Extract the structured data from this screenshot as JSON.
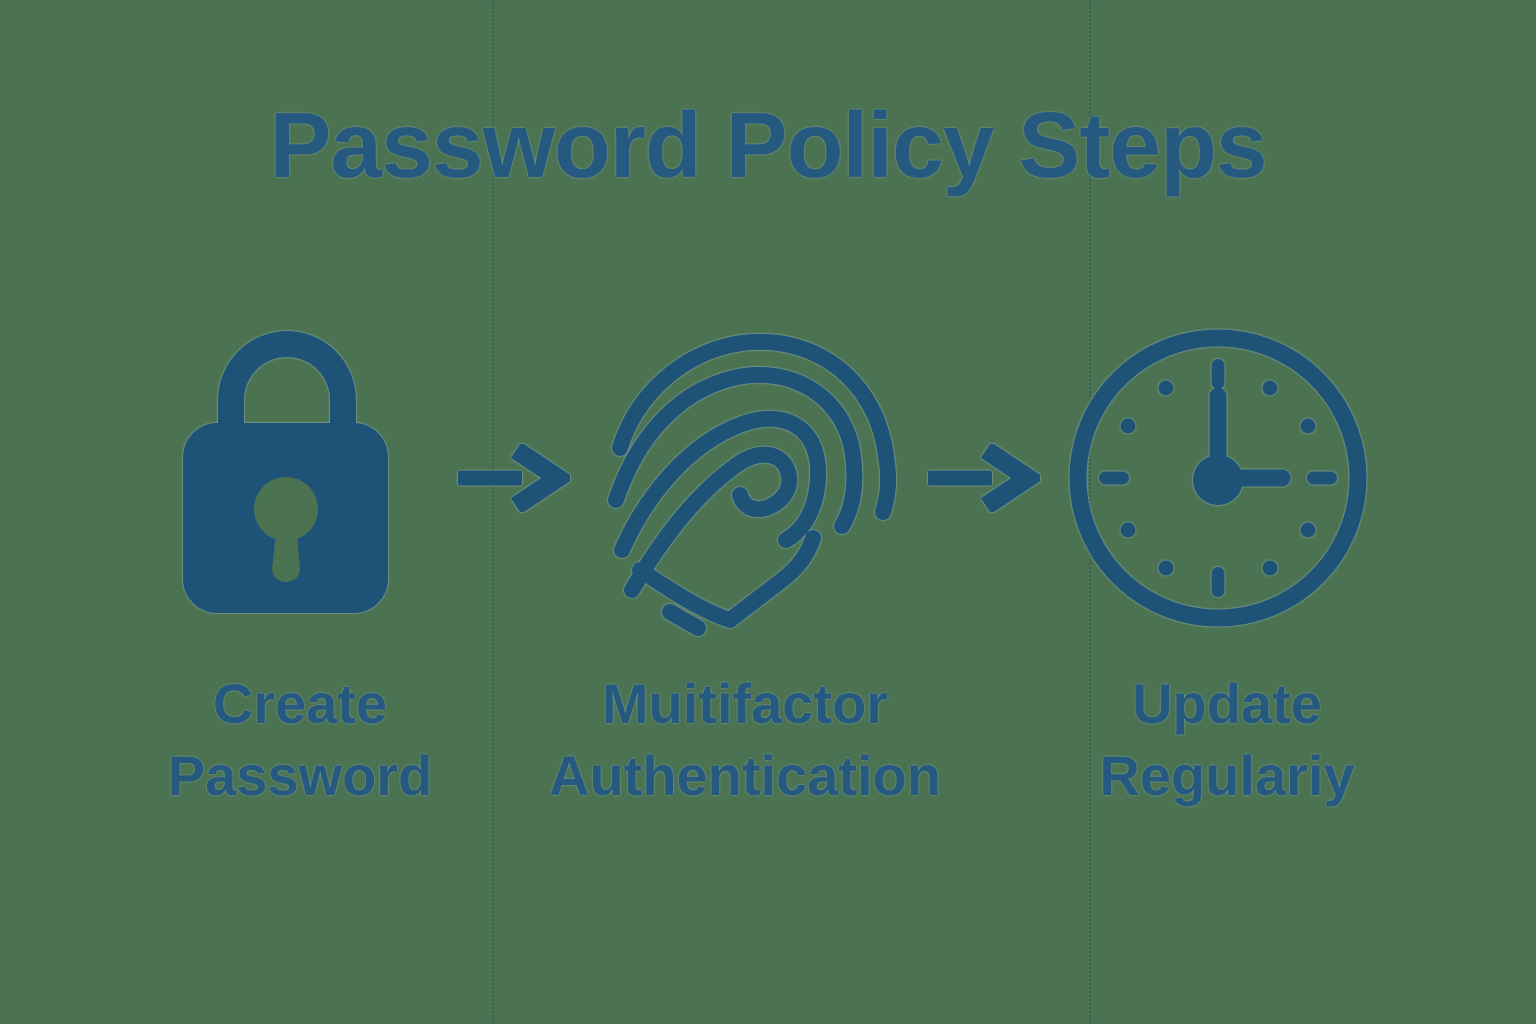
{
  "title": "Password Policy Steps",
  "steps": [
    {
      "id": "create-password",
      "icon": "lock-icon",
      "label_line1": "Create",
      "label_line2": "Password"
    },
    {
      "id": "multifactor-authentication",
      "icon": "fingerprint-icon",
      "label_line1": "Muitifactor",
      "label_line2": "Authentication"
    },
    {
      "id": "update-regularly",
      "icon": "clock-icon",
      "label_line1": "Update",
      "label_line2": "Regulariy"
    }
  ],
  "arrows": [
    {
      "id": "arrow-step1-step2",
      "icon": "right-arrow-icon"
    },
    {
      "id": "arrow-step2-step3",
      "icon": "right-arrow-icon"
    }
  ],
  "clock_time_depicted": "3:00",
  "colors": {
    "background": "#4B7251",
    "icon_blue": "#1E5377",
    "text_blue": "#26597F",
    "outline_light": "#A9C6DA"
  }
}
